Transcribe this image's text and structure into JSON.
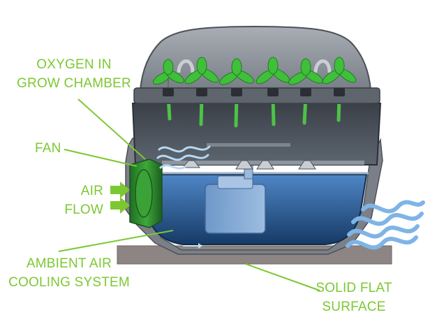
{
  "labels": {
    "oxygen_line1": "OXYGEN IN",
    "oxygen_line2": "GROW CHAMBER",
    "fan": "FAN",
    "air_line1": "AIR",
    "air_line2": "FLOW",
    "ambient_line1": "AMBIENT AIR",
    "ambient_line2": "COOLING SYSTEM",
    "surface_line1": "SOLID FLAT",
    "surface_line2": "SURFACE"
  },
  "colors": {
    "label_green": "#7cc832",
    "plant_green": "#3fbf3a",
    "fan_green": "#2f9a2f",
    "reservoir_blue": "#2a5a9a",
    "lid_grey": "#8a9099",
    "surface_grey": "#8a8280",
    "airflow_blue": "#7fb4e6"
  }
}
